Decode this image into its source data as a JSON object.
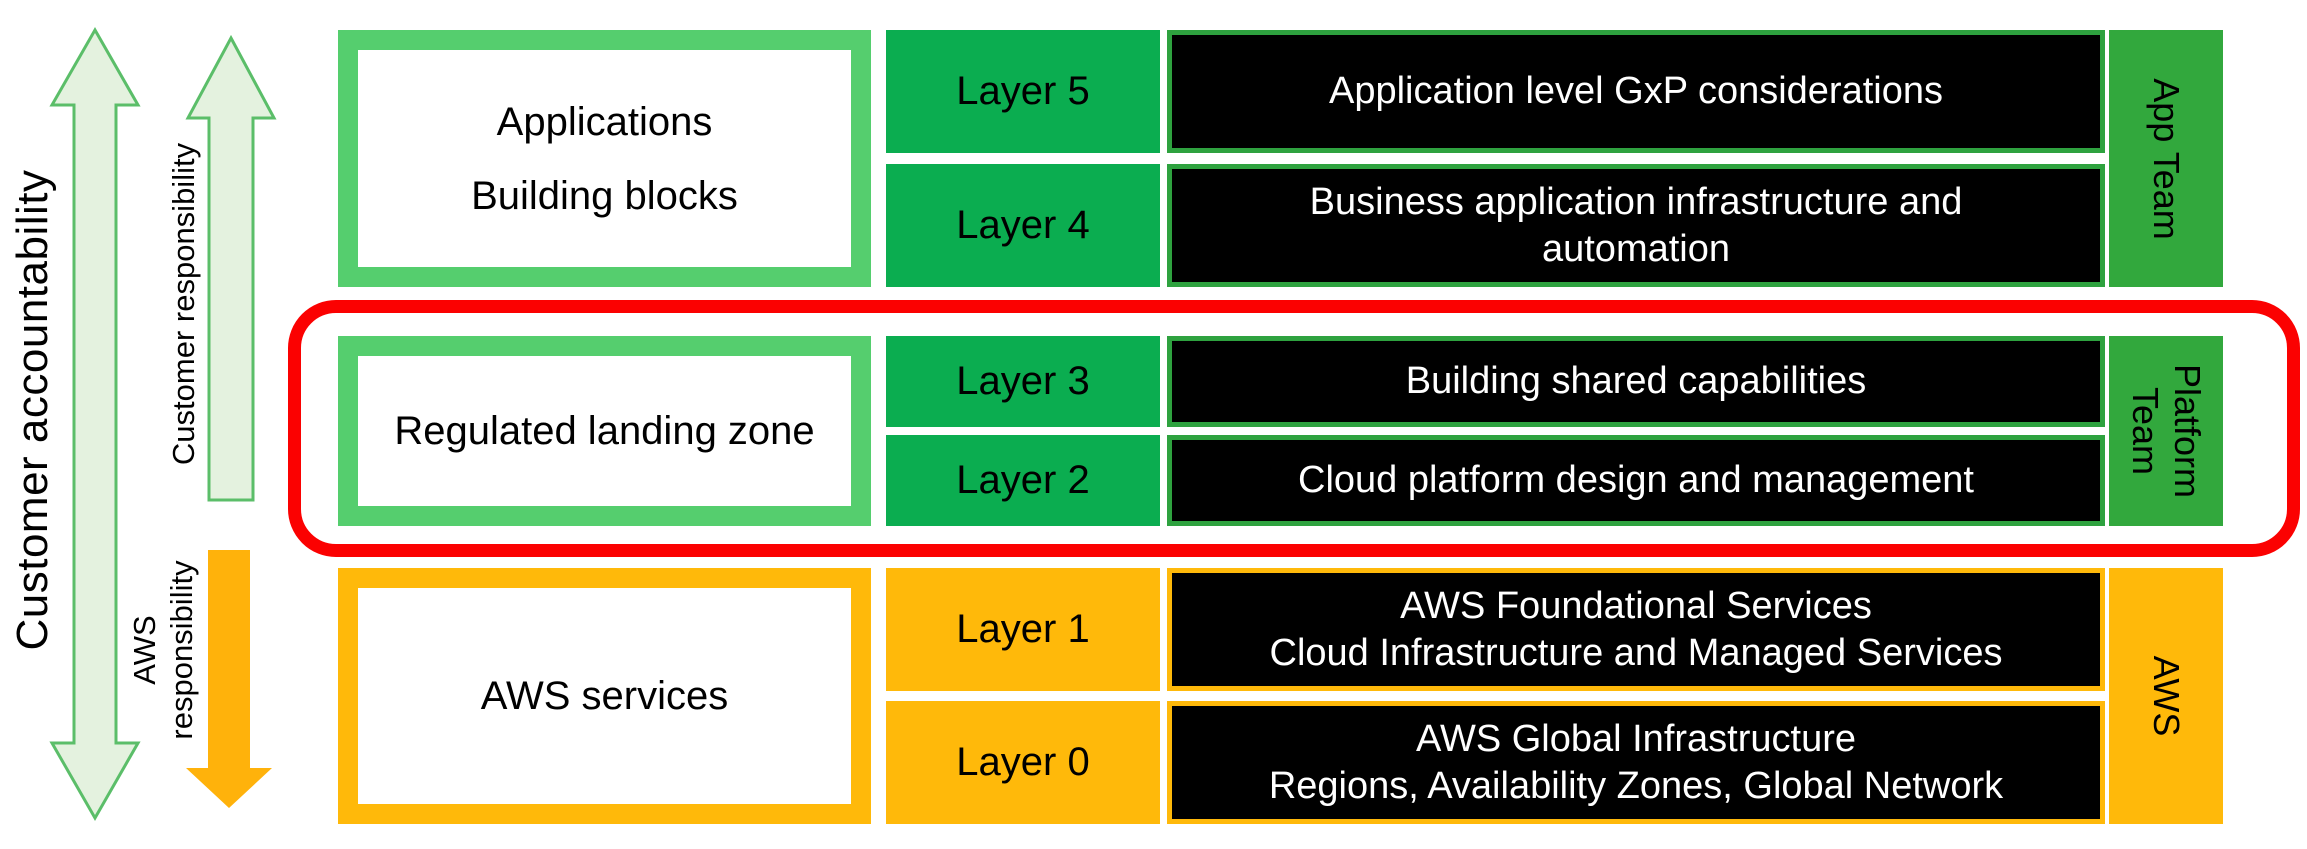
{
  "colors": {
    "layer_green": "#0BAD50",
    "frame_green": "#55CE6E",
    "team_green": "#32A83D",
    "amber": "#FFB90A",
    "arrow_amber": "#FFB20B",
    "arrow_pale_green_fill": "#E4F2DF",
    "arrow_green_stroke": "#5BBE69",
    "desc_border_green": "#2EA23F",
    "desc_bg": "#000000",
    "highlight_red": "#FB0101"
  },
  "left_panel": {
    "accountability_label": "Customer accountability",
    "customer_responsibility_label": "Customer responsibility",
    "aws_responsibility_lines": [
      "AWS",
      "responsibility"
    ]
  },
  "groups": [
    {
      "title_lines": [
        "Applications",
        "Building blocks"
      ],
      "rows": [
        {
          "layer": "Layer 5",
          "desc_lines": [
            "Application level GxP considerations"
          ]
        },
        {
          "layer": "Layer 4",
          "desc_lines": [
            "Business application infrastructure and",
            "automation"
          ]
        }
      ],
      "team_lines": [
        "App Team"
      ]
    },
    {
      "title_lines": [
        "Regulated landing zone"
      ],
      "rows": [
        {
          "layer": "Layer 3",
          "desc_lines": [
            "Building shared capabilities"
          ]
        },
        {
          "layer": "Layer 2",
          "desc_lines": [
            "Cloud platform design and management"
          ]
        }
      ],
      "team_lines": [
        "Platform",
        "Team"
      ]
    },
    {
      "title_lines": [
        "AWS services"
      ],
      "rows": [
        {
          "layer": "Layer 1",
          "desc_lines": [
            "AWS Foundational Services",
            "Cloud Infrastructure and Managed Services"
          ]
        },
        {
          "layer": "Layer 0",
          "desc_lines": [
            "AWS Global Infrastructure",
            "Regions, Availability Zones, Global Network"
          ]
        }
      ],
      "team_lines": [
        "AWS"
      ]
    }
  ]
}
